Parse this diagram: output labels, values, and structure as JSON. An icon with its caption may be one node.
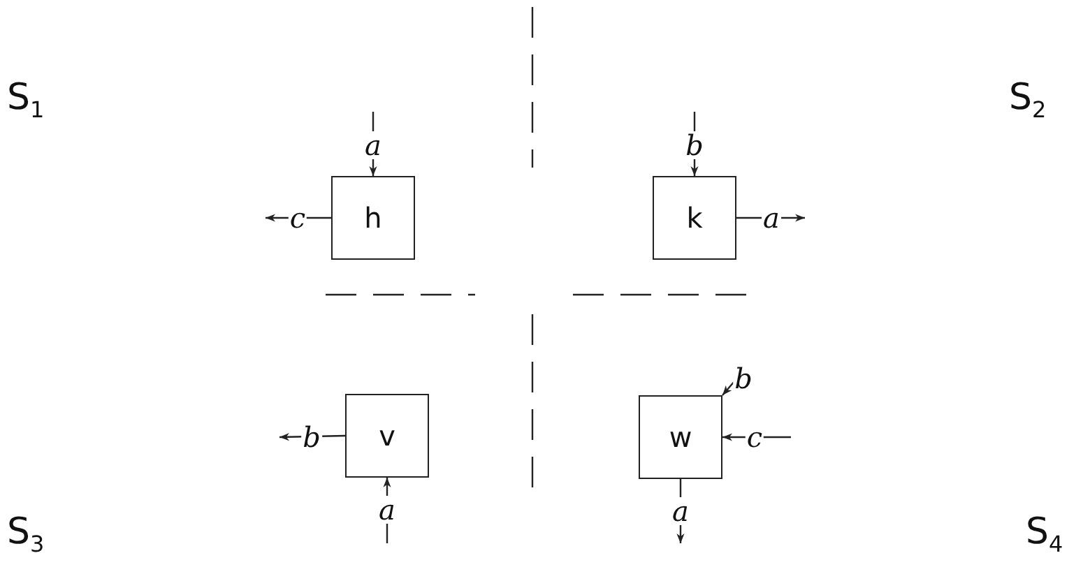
{
  "diagram": {
    "nodes": [
      {
        "text": [
          "h"
        ]
      },
      {
        "text": [
          "k"
        ]
      },
      {
        "text": [
          "v"
        ]
      },
      {
        "text": [
          "w"
        ]
      }
    ],
    "edges": [
      {
        "from": null,
        "to": 0,
        "arrow": "to",
        "label": "a"
      },
      {
        "from": 0,
        "to": null,
        "arrow": "to",
        "label": "c"
      },
      {
        "from": null,
        "to": 1,
        "arrow": "to",
        "label": "b"
      },
      {
        "from": 1,
        "to": null,
        "arrow": "to",
        "label": "a"
      },
      {
        "from": 2,
        "to": null,
        "arrow": "to",
        "label": "b"
      },
      {
        "from": null,
        "to": 2,
        "arrow": "to",
        "label": "a"
      },
      {
        "from": null,
        "to": 3,
        "arrow": "to",
        "label": "b"
      },
      {
        "from": null,
        "to": 3,
        "arrow": "to",
        "label": "c"
      },
      {
        "from": 3,
        "to": null,
        "arrow": "to",
        "label": "a"
      }
    ],
    "labels": [
      "S$_{1}$",
      "S$_{2}$",
      "S$_{3}$",
      "S$_{4}$"
    ]
  }
}
